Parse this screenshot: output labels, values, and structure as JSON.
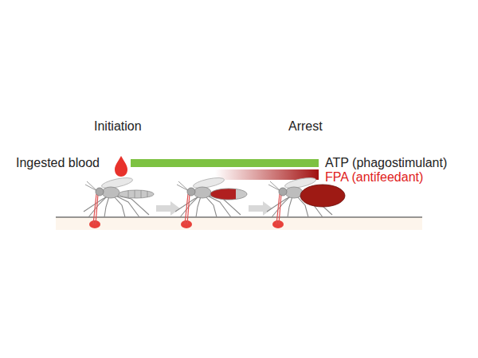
{
  "diagram": {
    "labels": [
      "Initiation",
      "Arrest",
      "Ingested blood",
      "ATP (phagostimulant)",
      "FPA (antifeedant)"
    ]
  }
}
